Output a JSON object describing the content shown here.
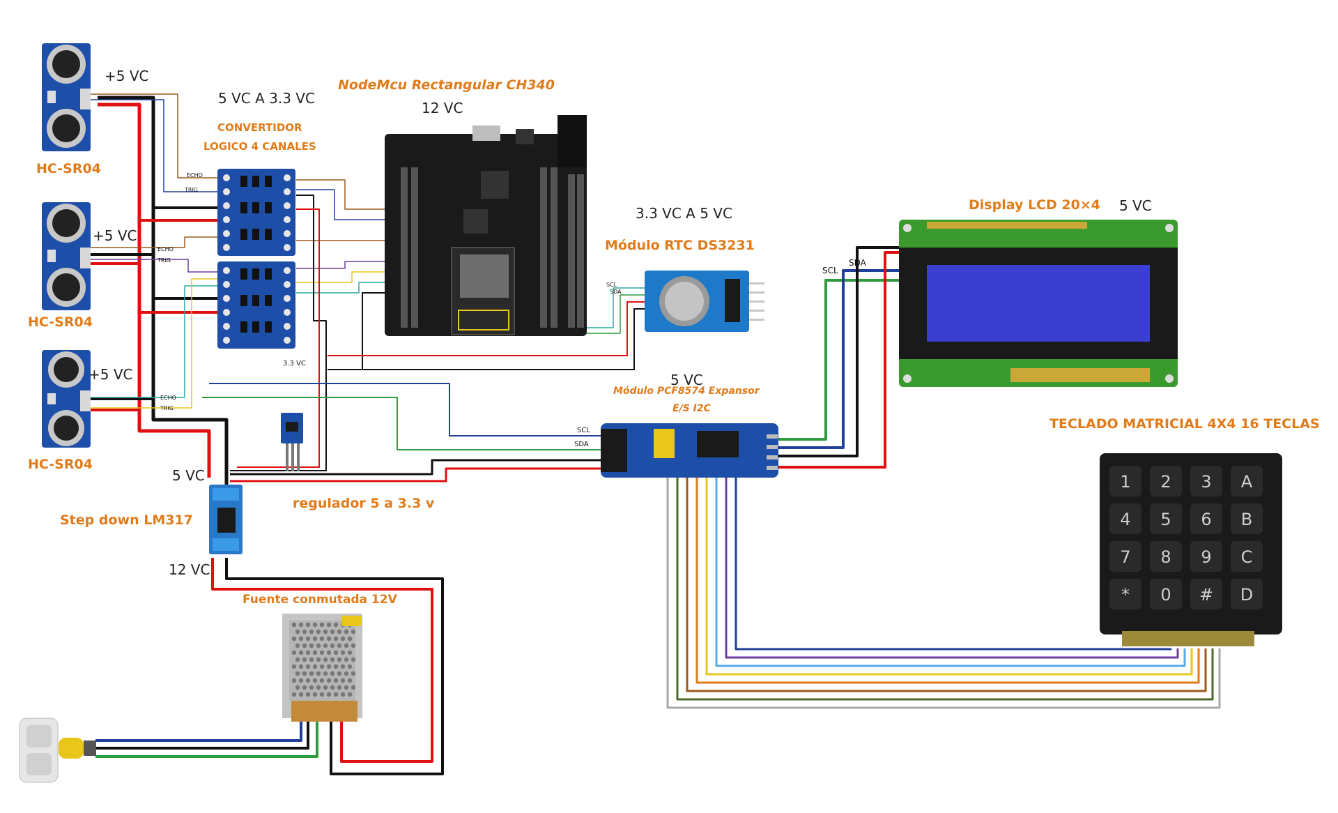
{
  "labels": {
    "nodemcu_title": "NodeMcu Rectangular CH340",
    "converter_voltage": "5 VC A 3.3 VC",
    "converter_title_1": "CONVERTIDOR",
    "converter_title_2": "LOGICO 4 CANALES",
    "nodemcu_voltage": "12 VC",
    "rtc_voltage": "3.3 VC A 5 VC",
    "rtc_title": "Módulo RTC DS3231",
    "lcd_title": "Display LCD 20×4",
    "lcd_voltage": "5 VC",
    "pcf_voltage": "5 VC",
    "pcf_title_1": "Módulo PCF8574 Expansor",
    "pcf_title_2": "E/S I2C",
    "keypad_title": "TECLADO MATRICIAL 4X4 16 TECLAS",
    "regulator_title": "regulador 5 a 3.3 v",
    "stepdown_title": "Step down LM317",
    "stepdown_in": "12 VC",
    "stepdown_out": "5 VC",
    "psu_title": "Fuente conmutada 12V",
    "rail_33": "3.3 VC"
  },
  "sensors": [
    {
      "name": "HC-SR04",
      "supply": "+5 VC",
      "echo": "ECHO",
      "trig": "TRIG"
    },
    {
      "name": "HC-SR04",
      "supply": "+5 VC",
      "echo": "ECHO",
      "trig": "TRIG"
    },
    {
      "name": "HC-SR04",
      "supply": "+5 VC",
      "echo": "ECHO",
      "trig": "TRIG"
    }
  ],
  "bus_labels": {
    "scl": "SCL",
    "sda": "SDA"
  },
  "keypad": {
    "keys": [
      "1",
      "2",
      "3",
      "A",
      "4",
      "5",
      "6",
      "B",
      "7",
      "8",
      "9",
      "C",
      "*",
      "0",
      "#",
      "D"
    ]
  },
  "colors": {
    "accent_orange": "#e07b1a",
    "wire_red": "#e01010",
    "wire_black": "#111111",
    "wire_blue": "#1f3f9a",
    "wire_green": "#2e9b3e",
    "wire_yellow": "#e8c61a",
    "wire_brown": "#9a5a1a",
    "wire_gray": "#a8a8a8",
    "wire_purple": "#6a3fa0",
    "wire_teal": "#2aa8a0",
    "board_black": "#1a1a1a",
    "board_blue": "#1e4fa8",
    "lcd_green": "#3a9a2e",
    "lcd_screen": "#3a3fd0"
  }
}
